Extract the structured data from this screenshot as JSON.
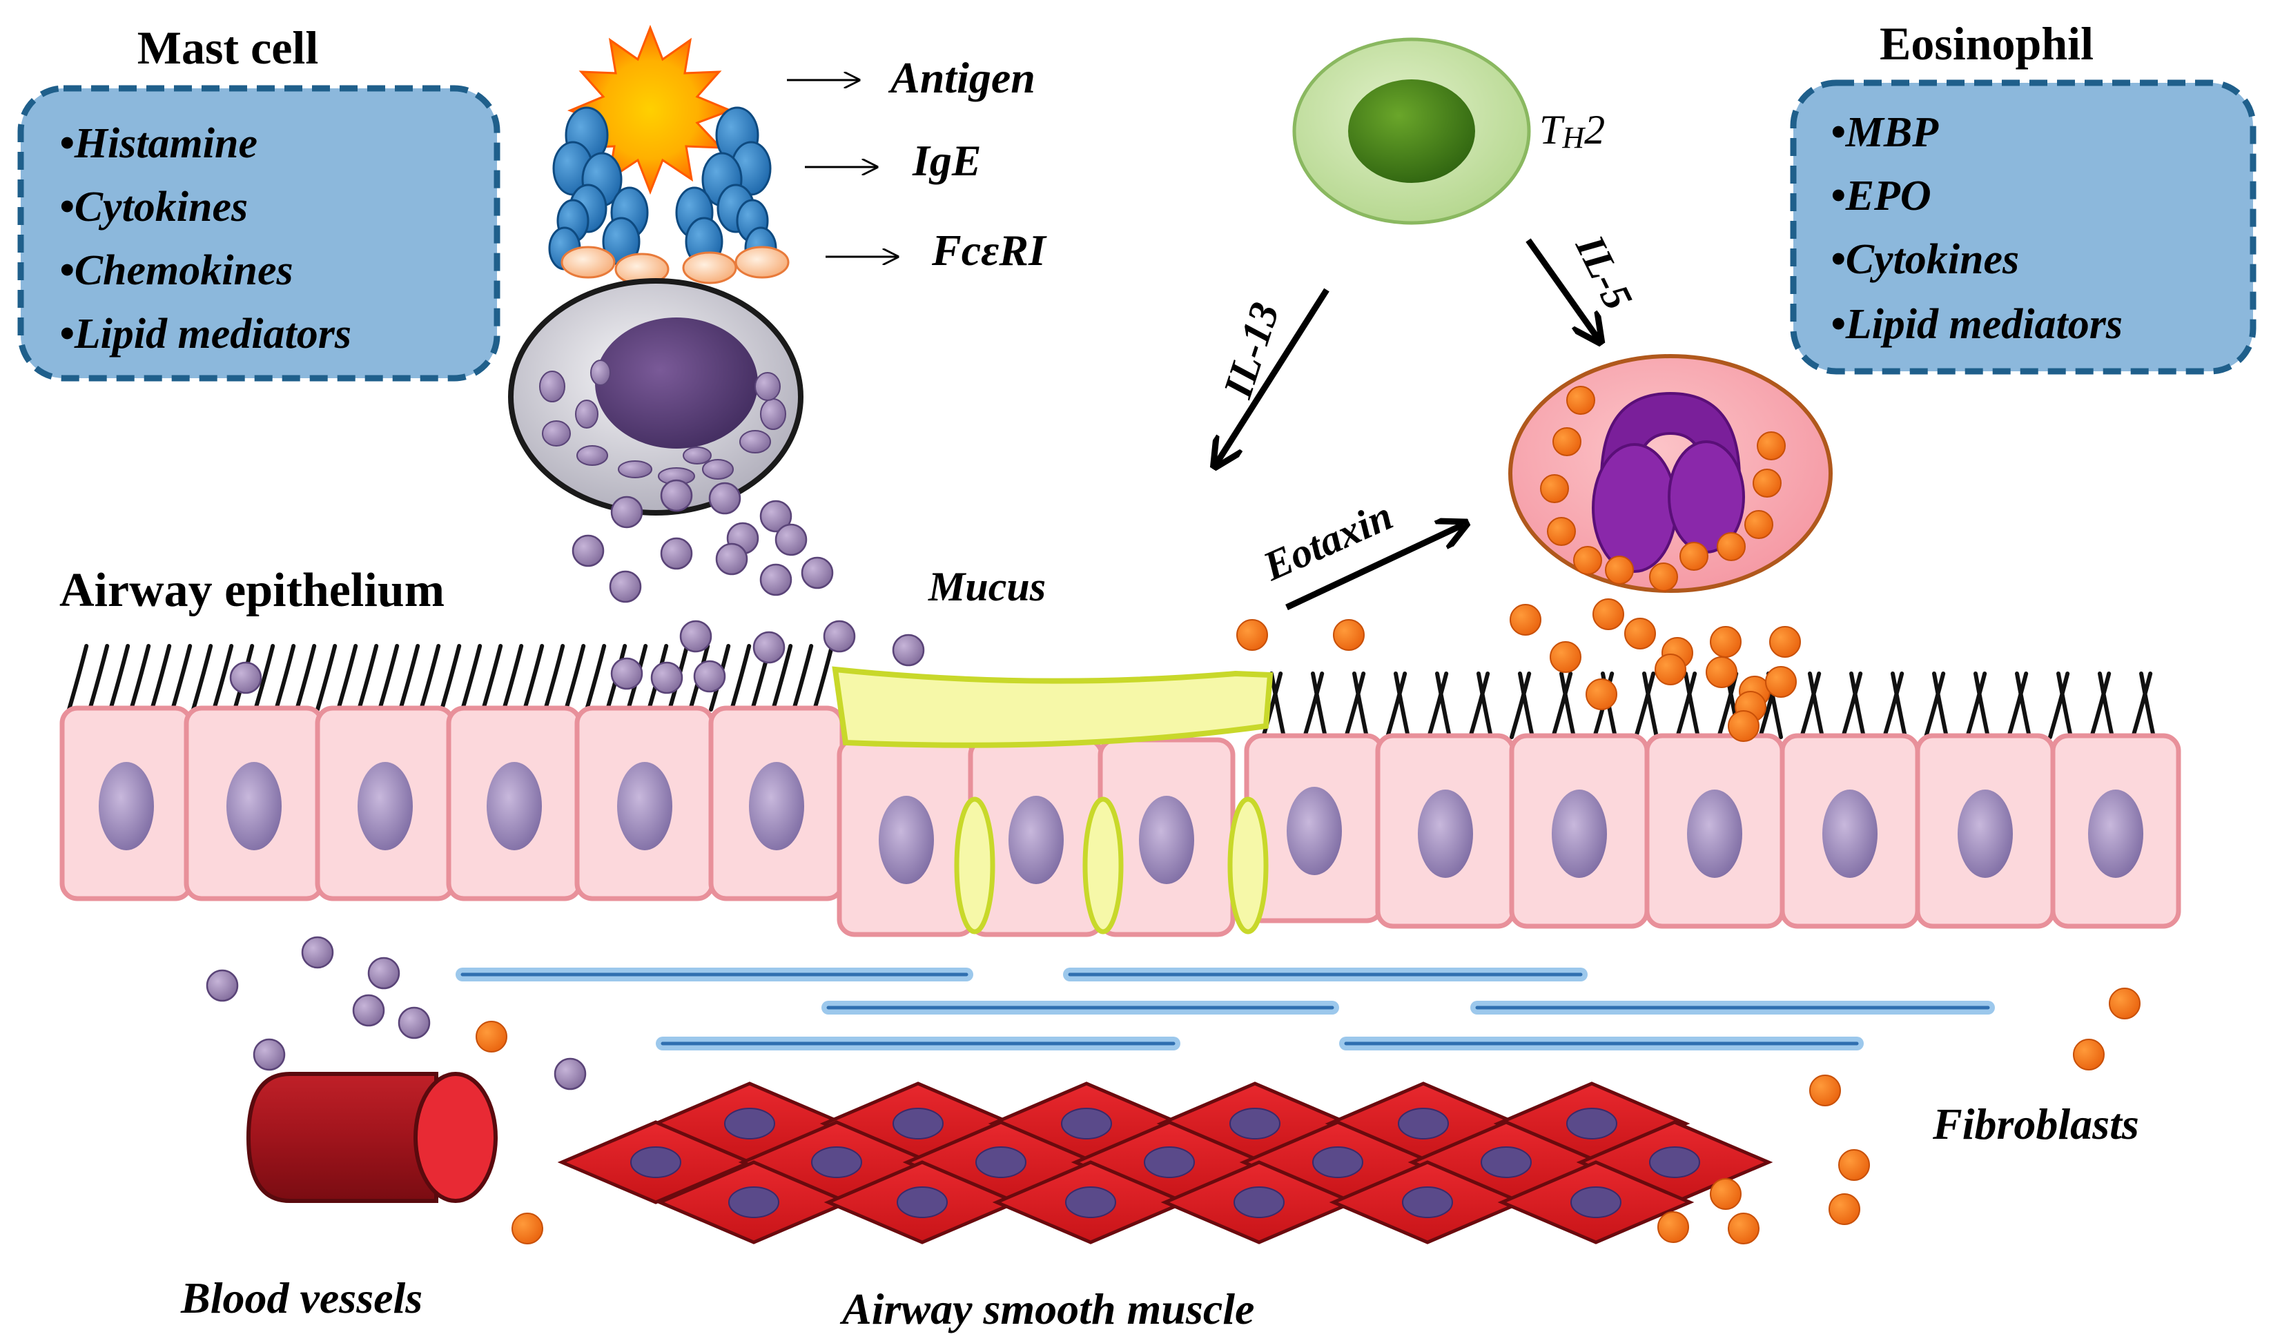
{
  "mast_cell": {
    "title": "Mast cell",
    "items": [
      "•Histamine",
      "•Cytokines",
      "•Chemokines",
      "•Lipid mediators"
    ]
  },
  "eosinophil": {
    "title": "Eosinophil",
    "items": [
      "•MBP",
      "•EPO",
      "•Cytokines",
      "•Lipid mediators"
    ]
  },
  "receptor_labels": {
    "antigen": "Antigen",
    "ige": "IgE",
    "fceri": "FcεRI"
  },
  "th2": {
    "main": "T",
    "sub": "H",
    "num": "2"
  },
  "arrows": {
    "il13": "IL-13",
    "il5": "IL-5",
    "eotaxin": "Eotaxin"
  },
  "tissue_labels": {
    "airway_epithelium": "Airway epithelium",
    "mucus": "Mucus",
    "fibroblasts": "Fibroblasts",
    "blood_vessels": "Blood vessels",
    "airway_smooth_muscle": "Airway smooth muscle"
  },
  "colors": {
    "info_box_fill": "#8cb8dc",
    "info_box_border": "#1f5f8b",
    "epithelial_cell": "#fcd8dc",
    "epithelial_border": "#e8909a",
    "nucleus": "#9a86b8",
    "mucus": "#f6f8a8",
    "mediator_purple": "#a890c0",
    "mediator_orange": "#f47a14",
    "smooth_muscle": "#d81e24",
    "fibroblast_line": "#2f6fb0",
    "th2_outer": "#c6e0a0",
    "th2_nucleus": "#4f8a1c",
    "eosinophil_body": "#f8aab0",
    "eosinophil_nucleus": "#7a1f9a"
  }
}
